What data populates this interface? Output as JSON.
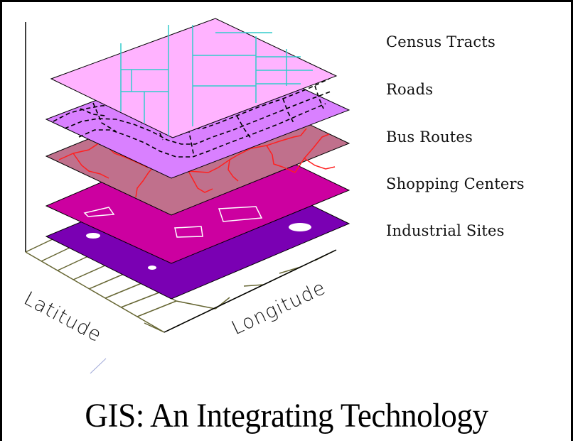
{
  "layers": [
    {
      "label": "Census Tracts",
      "color": "#ffb3ff"
    },
    {
      "label": "Roads",
      "color": "#d980ff"
    },
    {
      "label": "Bus Routes",
      "color": "#c0708c"
    },
    {
      "label": "Shopping Centers",
      "color": "#cc00a0"
    },
    {
      "label": "Industrial Sites",
      "color": "#7a00b3"
    }
  ],
  "axes": {
    "latitude_label": "Latitude",
    "longitude_label": "Longitude"
  },
  "caption": "GIS: An Integrating Technology",
  "colors": {
    "tract_lines": "#33cccc",
    "road_lines": "#000000",
    "bus_lines": "#ff2020",
    "grid_lines": "#666633"
  }
}
